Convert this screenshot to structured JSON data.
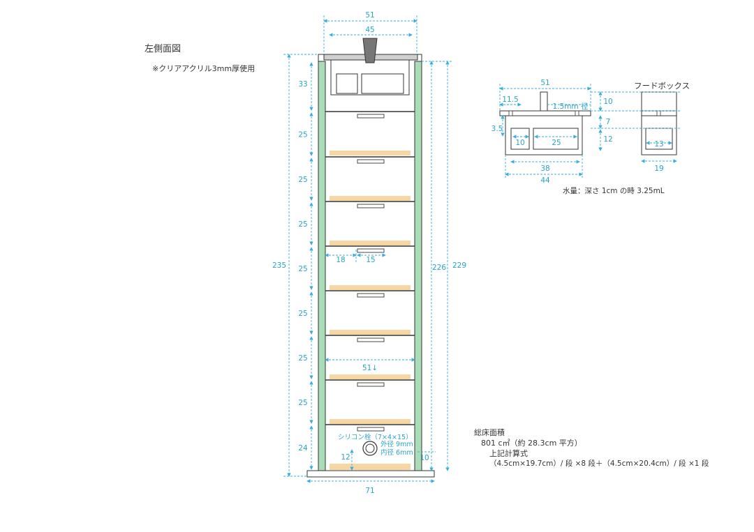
{
  "title": "左側面図",
  "material_note": "※クリアアクリル3mm厚使用",
  "main_dims": {
    "top_outer": "51",
    "top_inner": "45",
    "total_height": "235",
    "right_inner": "226",
    "right_outer": "229",
    "base_width": "71",
    "foot": "10",
    "section_top": "33",
    "section_std": "25",
    "section_bottom": "24",
    "pitch_left": "18",
    "pitch_right": "15",
    "shelf_depth": "51↓",
    "bottom_offset": "12"
  },
  "bottom_labels": {
    "silicon_plug": "シリコン栓（7×4×15）",
    "outer_dia": "外径 9mm",
    "inner_dia": "内径 6mm"
  },
  "hood": {
    "title": "フードボックス",
    "width": "51",
    "hole": "1.5mm 径",
    "offset": "11.5",
    "left_h": "3.5",
    "h_top": "10",
    "h_mid": "7",
    "h_low": "12",
    "inner_a": "10",
    "inner_b": "25",
    "base_a": "38",
    "base_b": "44",
    "side_inner": "13",
    "side_w": "19",
    "water": "水量：深さ 1cm の時 3.25mL"
  },
  "area": {
    "label": "総床面積",
    "value": "801 c㎡（約 28.3cm 平方）",
    "calc_label": "上記計算式",
    "formula": "（4.5cm×19.7cm）/ 段 ×8 段＋（4.5cm×20.4cm）/ 段 ×1 段"
  },
  "colors": {
    "wall": "#a9dcb7",
    "floor": "#f6d6a4",
    "dimension": "#3aaedb"
  }
}
